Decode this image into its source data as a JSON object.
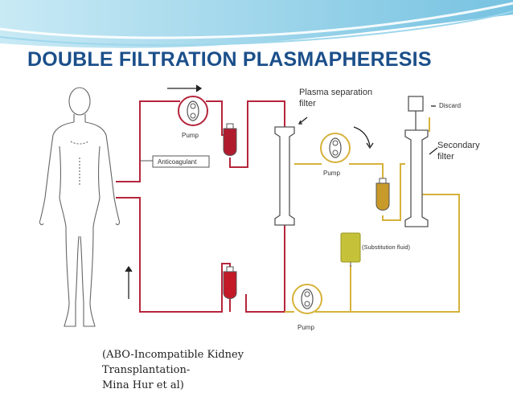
{
  "slide": {
    "title": "DOUBLE FILTRATION PLASMAPHERESIS",
    "citation_lines": [
      "(ABO-Incompatible Kidney",
      "Transplantation-",
      "Mina Hur et al)"
    ]
  },
  "diagram": {
    "labels": {
      "plasma_separation_filter_1": "Plasma separation",
      "plasma_separation_filter_2": "filter",
      "discard": "Discard",
      "secondary_filter_1": "Secondary",
      "secondary_filter_2": "filter",
      "pump_1": "Pump",
      "pump_2": "Pump",
      "pump_3": "Pump",
      "anticoagulant": "Anticoagulant",
      "substitution_fluid": "(Substitution fluid)"
    }
  },
  "colors": {
    "title": "#1b4f8a",
    "blood_line": "#b5253c",
    "plasma_line": "#d6b23c",
    "substitution_bag": "#c5c23a",
    "header_wave": "#7ec8e3"
  }
}
